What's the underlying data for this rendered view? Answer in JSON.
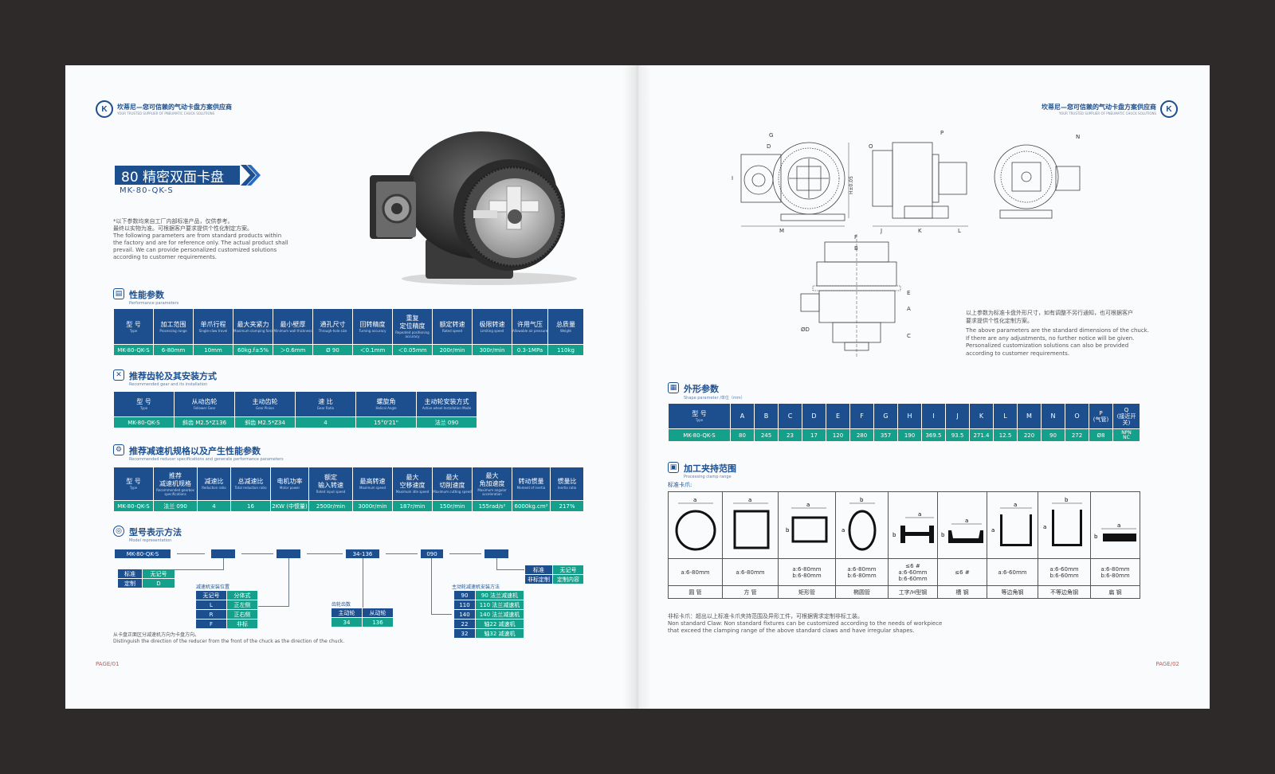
{
  "brand": {
    "cn": "坎蒂尼—您可信赖的气动卡盘方案供应商",
    "en": "YOUR TRUSTED SUPPLIER OF PNEUMATIC CHUCK SOLUTIONS",
    "mark": "K"
  },
  "product": {
    "title": "80 精密双面卡盘",
    "model": "MK-80-QK-S"
  },
  "note": {
    "cn1": "*以下参数均来自工厂内部标准产品，仅供参考。",
    "cn2": "最终以实物为准。可根据客户要求提供个性化制定方案。",
    "en1": "The following parameters are from standard products within",
    "en2": "the factory and are for reference only. The actual product shall",
    "en3": "prevail. We can provide personalized customized solutions",
    "en4": "according to customer requirements."
  },
  "perf": {
    "title_cn": "性能参数",
    "title_en": "Performance parameters",
    "headers": [
      [
        "型 号",
        "Type"
      ],
      [
        "加工范围",
        "Processing range"
      ],
      [
        "单爪行程",
        "Single-claw travel"
      ],
      [
        "最大夹紧力",
        "Maximum clamping force"
      ],
      [
        "最小壁厚",
        "Minimum wall thickness"
      ],
      [
        "通孔尺寸",
        "Through-hole size"
      ],
      [
        "回转精度",
        "Turning accuracy"
      ],
      [
        "重复\n定位精度",
        "Repeated positioning accuracy"
      ],
      [
        "额定转速",
        "Rated speed"
      ],
      [
        "极限转速",
        "Limiting speed"
      ],
      [
        "许用气压",
        "Allowable air pressure"
      ],
      [
        "总质量",
        "Weight"
      ]
    ],
    "values": [
      "MK-80-QK-S",
      "6-80mm",
      "10mm",
      "60kg.f±5%",
      "＞0.6mm",
      "Ø 90",
      "＜0.1mm",
      "＜0.05mm",
      "200r/min",
      "300r/min",
      "0.3-1MPa",
      "110kg"
    ]
  },
  "gear": {
    "title_cn": "推荐齿轮及其安装方式",
    "title_en": "Recommended gear and its installation",
    "headers": [
      [
        "型 号",
        "Type"
      ],
      [
        "从动齿轮",
        "Follower Gear"
      ],
      [
        "主动齿轮",
        "Gear Pinion"
      ],
      [
        "速 比",
        "Gear Ratio"
      ],
      [
        "螺旋角",
        "Helical Angle"
      ],
      [
        "主动轮安装方式",
        "Active wheel Installation Mode"
      ]
    ],
    "values": [
      "MK-80-QK-S",
      "斜齿 M2.5*Z136",
      "斜齿 M2.5*Z34",
      "4",
      "15°0'21\"",
      "法兰 090"
    ]
  },
  "reducer": {
    "title_cn": "推荐减速机规格以及产生性能参数",
    "title_en": "Recommended reducer specifications and generate performance parameters",
    "headers": [
      [
        "型 号",
        "Type"
      ],
      [
        "推荐\n减速机规格",
        "Recommended gearbox specifications"
      ],
      [
        "减速比",
        "Reduction ratio"
      ],
      [
        "总减速比",
        "Total reduction ratio"
      ],
      [
        "电机功率",
        "Motor power"
      ],
      [
        "额定\n输入转速",
        "Rated input speed"
      ],
      [
        "最高转速",
        "Maximum speed"
      ],
      [
        "最大\n空移速度",
        "Maximum idle speed"
      ],
      [
        "最大\n切削速度",
        "Maximum cutting speed"
      ],
      [
        "最大\n角加速度",
        "Maximum angular acceleration"
      ],
      [
        "转动惯量",
        "Moment of inertia"
      ],
      [
        "惯量比",
        "Inertia ratio"
      ]
    ],
    "values": [
      "MK-80-QK-S",
      "法兰 090",
      "4",
      "16",
      "2KW (中惯量)",
      "2500r/min",
      "3000r/min",
      "187r/min",
      "150r/min",
      "155rad/s²",
      "6000kg.cm²",
      "217%"
    ]
  },
  "model_rep": {
    "title_cn": "型号表示方法",
    "title_en": "Model representation",
    "chain": [
      "MK-80-QK-S",
      "",
      "",
      "34-136",
      "090",
      ""
    ],
    "std": [
      [
        "标准",
        "无记号"
      ],
      [
        "定制",
        "D"
      ]
    ],
    "install_title": "减速机安装位置",
    "install": [
      [
        "无记号",
        "分体式"
      ],
      [
        "L",
        "正左侧"
      ],
      [
        "R",
        "正右侧"
      ],
      [
        "F",
        "非标"
      ]
    ],
    "gear_title": "齿轮齿数",
    "gear": [
      [
        "主动轮",
        "从动轮"
      ],
      [
        "34",
        "136"
      ]
    ],
    "flange_title": "主动轮减速机安装方法",
    "flange": [
      [
        "90",
        "90 法兰减速机"
      ],
      [
        "110",
        "110 法兰减速机"
      ],
      [
        "140",
        "140 法兰减速机"
      ],
      [
        "22",
        "轴22 减速机"
      ],
      [
        "32",
        "轴32 减速机"
      ]
    ],
    "tail": [
      [
        "标准",
        "无记号"
      ],
      [
        "非标定制",
        "定制内容"
      ]
    ],
    "foot_cn": "从卡盘正面区分减速机方向为卡盘方向。",
    "foot_en": "Distinguish the direction of the reducer from the front of the chuck as the direction of the chuck."
  },
  "dims_note": {
    "cn1": "以上参数为标准卡盘外形尺寸，如有调整不另行通知，也可根据客户",
    "cn2": "要求提供个性化定制方案。",
    "en1": "The above parameters are the standard dimensions of the chuck.",
    "en2": "If there are any adjustments, no further notice will be given.",
    "en3": "Personalized customization solutions can also be provided",
    "en4": "according to customer requirements."
  },
  "shape": {
    "title_cn": "外形参数",
    "title_en": "Shape parameter /单位（mm）",
    "type_cn": "型 号",
    "type_en": "Type",
    "headers": [
      "A",
      "B",
      "C",
      "D",
      "E",
      "F",
      "G",
      "H",
      "I",
      "J",
      "K",
      "L",
      "M",
      "N",
      "O",
      "P\n(气管)",
      "Q\n(接近开关)"
    ],
    "model": "MK-80-QK-S",
    "values": [
      "80",
      "245",
      "23",
      "17",
      "120",
      "280",
      "357",
      "190",
      "369.5",
      "93.5",
      "271.4",
      "12.5",
      "220",
      "90",
      "272",
      "Ø8",
      "NPN\nNC"
    ]
  },
  "clamp": {
    "title_cn": "加工夹持范围",
    "title_en": "Processing clamp range",
    "std": "标准卡爪:",
    "ranges": [
      "a:6-80mm",
      "a:6-80mm",
      "a:6-80mm\nb:6-80mm",
      "a:6-80mm\nb:6-80mm",
      "≤6 #\na:6-60mm\nb:6-60mm",
      "≤6 #",
      "a:6-60mm",
      "a:6-60mm\nb:6-60mm",
      "a:6-80mm\nb:6-80mm"
    ],
    "names": [
      "圆 管",
      "方 管",
      "矩形管",
      "椭圆管",
      "工字/H型钢",
      "槽 钢",
      "等边角钢",
      "不等边角钢",
      "扁 钢"
    ],
    "note_cn": "非标卡爪：超出以上标准卡爪夹持范围及异形工件，可根据需求定制非标工装。",
    "note_en1": "Non standard Claw: Non standard fixtures can be customized according to the needs of workpiece",
    "note_en2": "that exceed the clamping range of the above standard claws and have irregular shapes."
  },
  "drawing_letters": [
    "G",
    "D",
    "I",
    "H±0.05",
    "M",
    "P",
    "O",
    "J",
    "K",
    "L",
    "N",
    "F",
    "B",
    "E",
    "A",
    "C",
    "ØD"
  ],
  "pages": [
    "PAGE/01",
    "PAGE/02"
  ]
}
